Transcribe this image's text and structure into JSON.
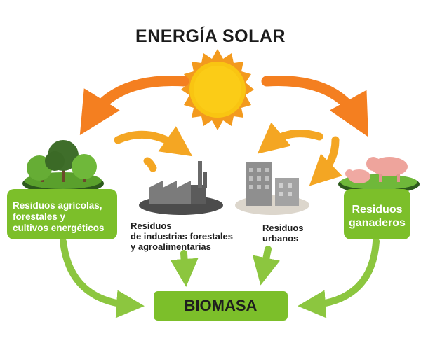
{
  "title": "ENERGÍA SOLAR",
  "nodes": {
    "agricola": [
      "Residuos agrícolas,",
      "forestales y",
      "cultivos energéticos"
    ],
    "industria": [
      "Residuos",
      "de industrias forestales",
      "y agroalimentarias"
    ],
    "urbanos": [
      "Residuos",
      "urbanos"
    ],
    "ganaderos": [
      "Residuos",
      "ganaderos"
    ],
    "biomasa": "BIOMASA"
  },
  "icons": [
    "sun-icon",
    "trees-icon",
    "factory-icon",
    "buildings-icon",
    "pigs-icon"
  ],
  "colors": {
    "sun": "#f6c11a",
    "sun_rays": "#f39a1e",
    "arrow_orange": "#f47f20",
    "arrow_yellow": "#f4a623",
    "green": "#7cbf2a",
    "arrow_green": "#8cc63f"
  }
}
